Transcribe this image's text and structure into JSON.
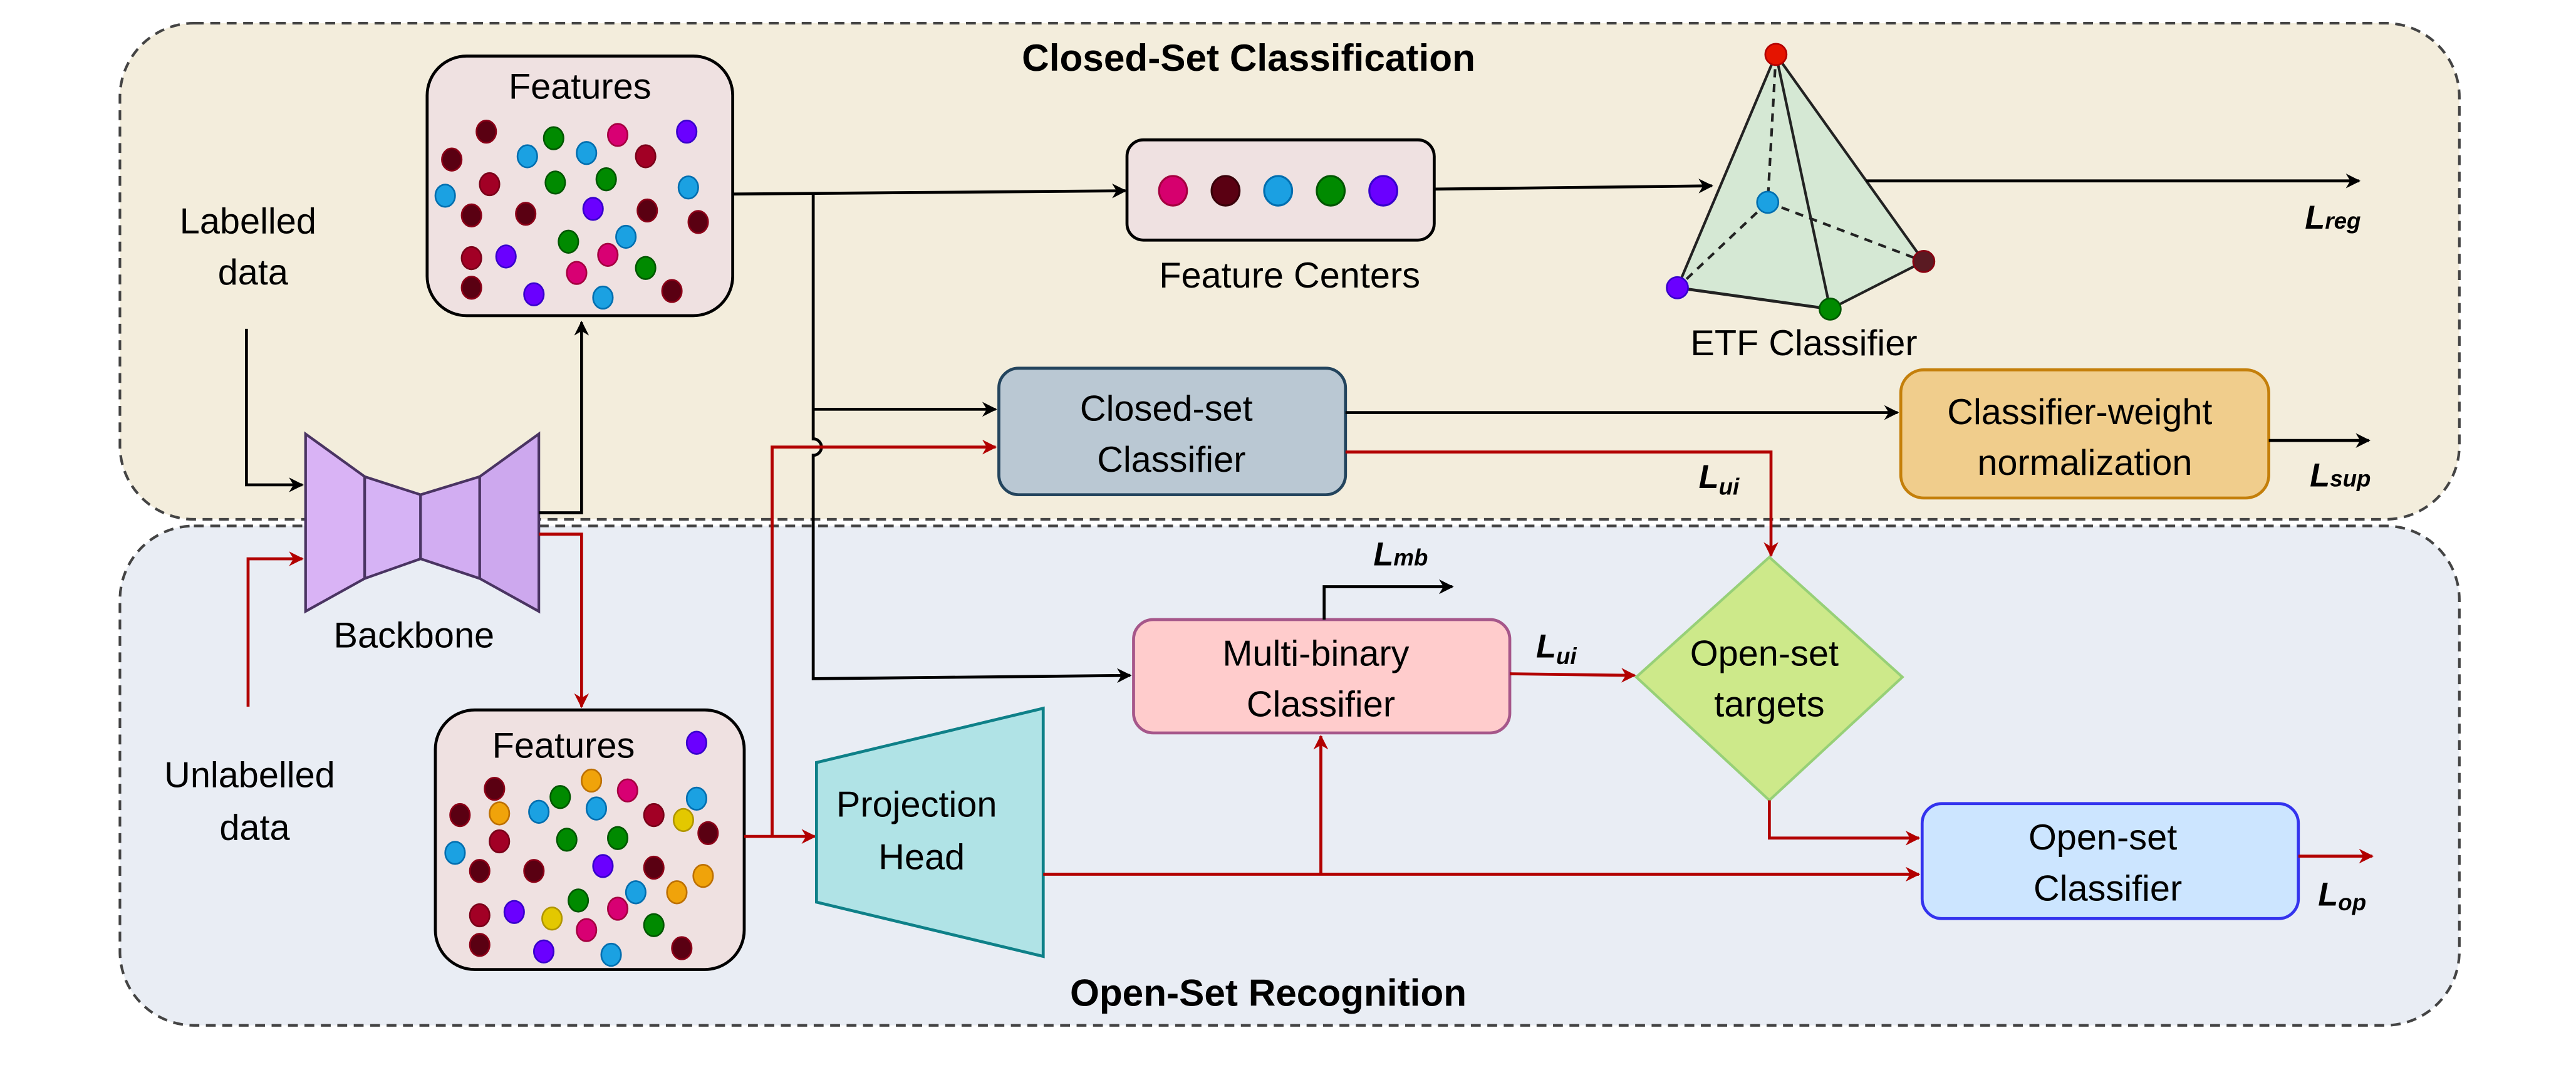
{
  "regions": {
    "closed_set": {
      "title": "Closed-Set Classification",
      "bg": "#f3eddc"
    },
    "open_set": {
      "title": "Open-Set Recognition",
      "bg": "#e9edf4"
    }
  },
  "inputs": {
    "labelled": [
      "Labelled",
      "data"
    ],
    "unlabelled": [
      "Unlabelled",
      "data"
    ]
  },
  "backbone": {
    "label": "Backbone",
    "fill": "#d4b0f5"
  },
  "features_top": {
    "title": "Features"
  },
  "features_bottom": {
    "title": "Features"
  },
  "feature_centers": {
    "label": "Feature Centers",
    "colors": [
      "#d6006e",
      "#5a0012",
      "#1ba0e2",
      "#008a00",
      "#6a00ff"
    ]
  },
  "etf_classifier": {
    "label": "ETF Classifier",
    "fill": "#d5e8d4"
  },
  "closed_set_classifier": {
    "lines": [
      "Closed-set",
      "Classifier"
    ],
    "fill": "#bac8d3"
  },
  "classifier_weight_norm": {
    "lines": [
      "Classifier-weight",
      "normalization"
    ],
    "fill": "#f0cd8c"
  },
  "multi_binary_classifier": {
    "lines": [
      "Multi-binary",
      "Classifier"
    ],
    "fill": "#ffcccc"
  },
  "open_set_targets": {
    "lines": [
      "Open-set",
      "targets"
    ],
    "fill": "#cde98a"
  },
  "projection_head": {
    "lines": [
      "Projection",
      "Head"
    ],
    "fill": "#b0e3e6"
  },
  "open_set_classifier": {
    "lines": [
      "Open-set",
      "Classifier"
    ],
    "fill": "#cce5ff"
  },
  "losses": {
    "reg": {
      "main": "L",
      "sub": "reg"
    },
    "sup": {
      "main": "L",
      "sub": "sup"
    },
    "ui_top": {
      "main": "L",
      "sub": "ui"
    },
    "ui_mid": {
      "main": "L",
      "sub": "ui"
    },
    "mb": {
      "main": "L",
      "sub": "mb"
    },
    "op": {
      "main": "L",
      "sub": "op"
    }
  },
  "colors": {
    "labelled_flow": "#000000",
    "unlabelled_flow": "#b20000"
  }
}
